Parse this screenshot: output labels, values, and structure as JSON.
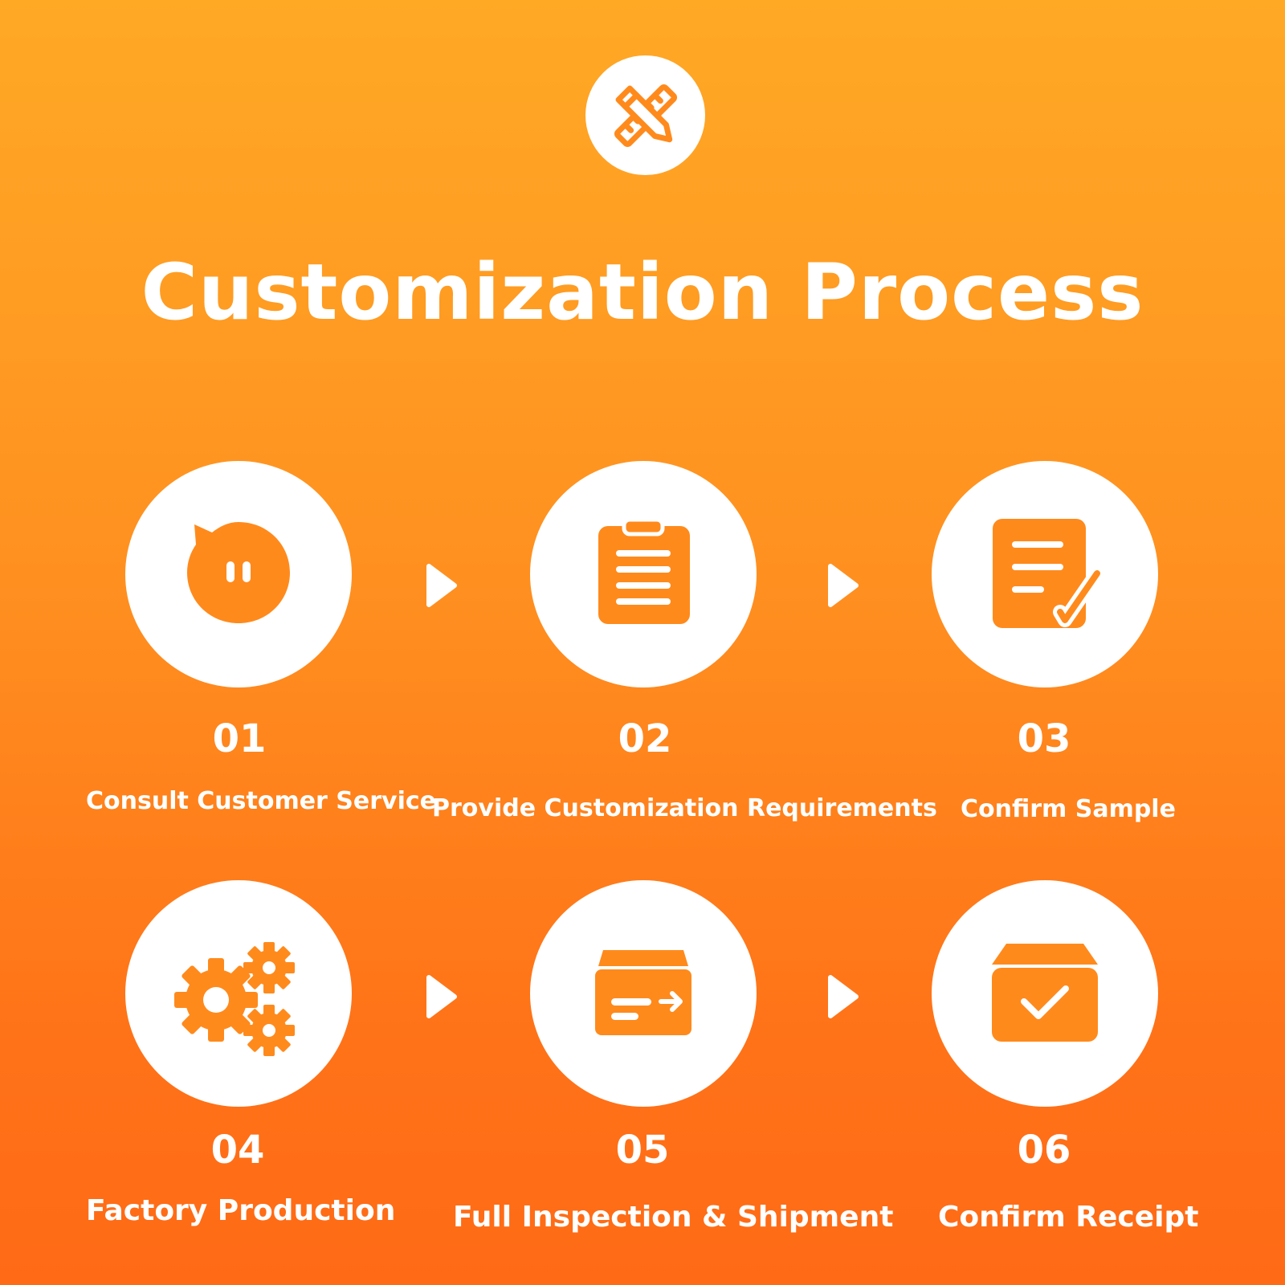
{
  "title": "Customization Process",
  "header_icon": "design-tools-icon",
  "colors": {
    "gradient_top": "#FFA925",
    "gradient_bottom": "#FF6A16",
    "icon_orange": "#FF8A1C",
    "circle_fill": "#FFFFFF",
    "text": "#FFFFFF"
  },
  "steps": [
    {
      "number": "01",
      "label": "Consult Customer Service",
      "icon": "chat-bubble-icon"
    },
    {
      "number": "02",
      "label": "Provide Customization Requirements",
      "icon": "clipboard-icon"
    },
    {
      "number": "03",
      "label": "Confirm Sample",
      "icon": "document-check-icon"
    },
    {
      "number": "04",
      "label": "Factory Production",
      "icon": "gears-icon"
    },
    {
      "number": "05",
      "label": "Full Inspection & Shipment",
      "icon": "shipping-box-icon"
    },
    {
      "number": "06",
      "label": "Confirm Receipt",
      "icon": "received-box-icon"
    }
  ]
}
